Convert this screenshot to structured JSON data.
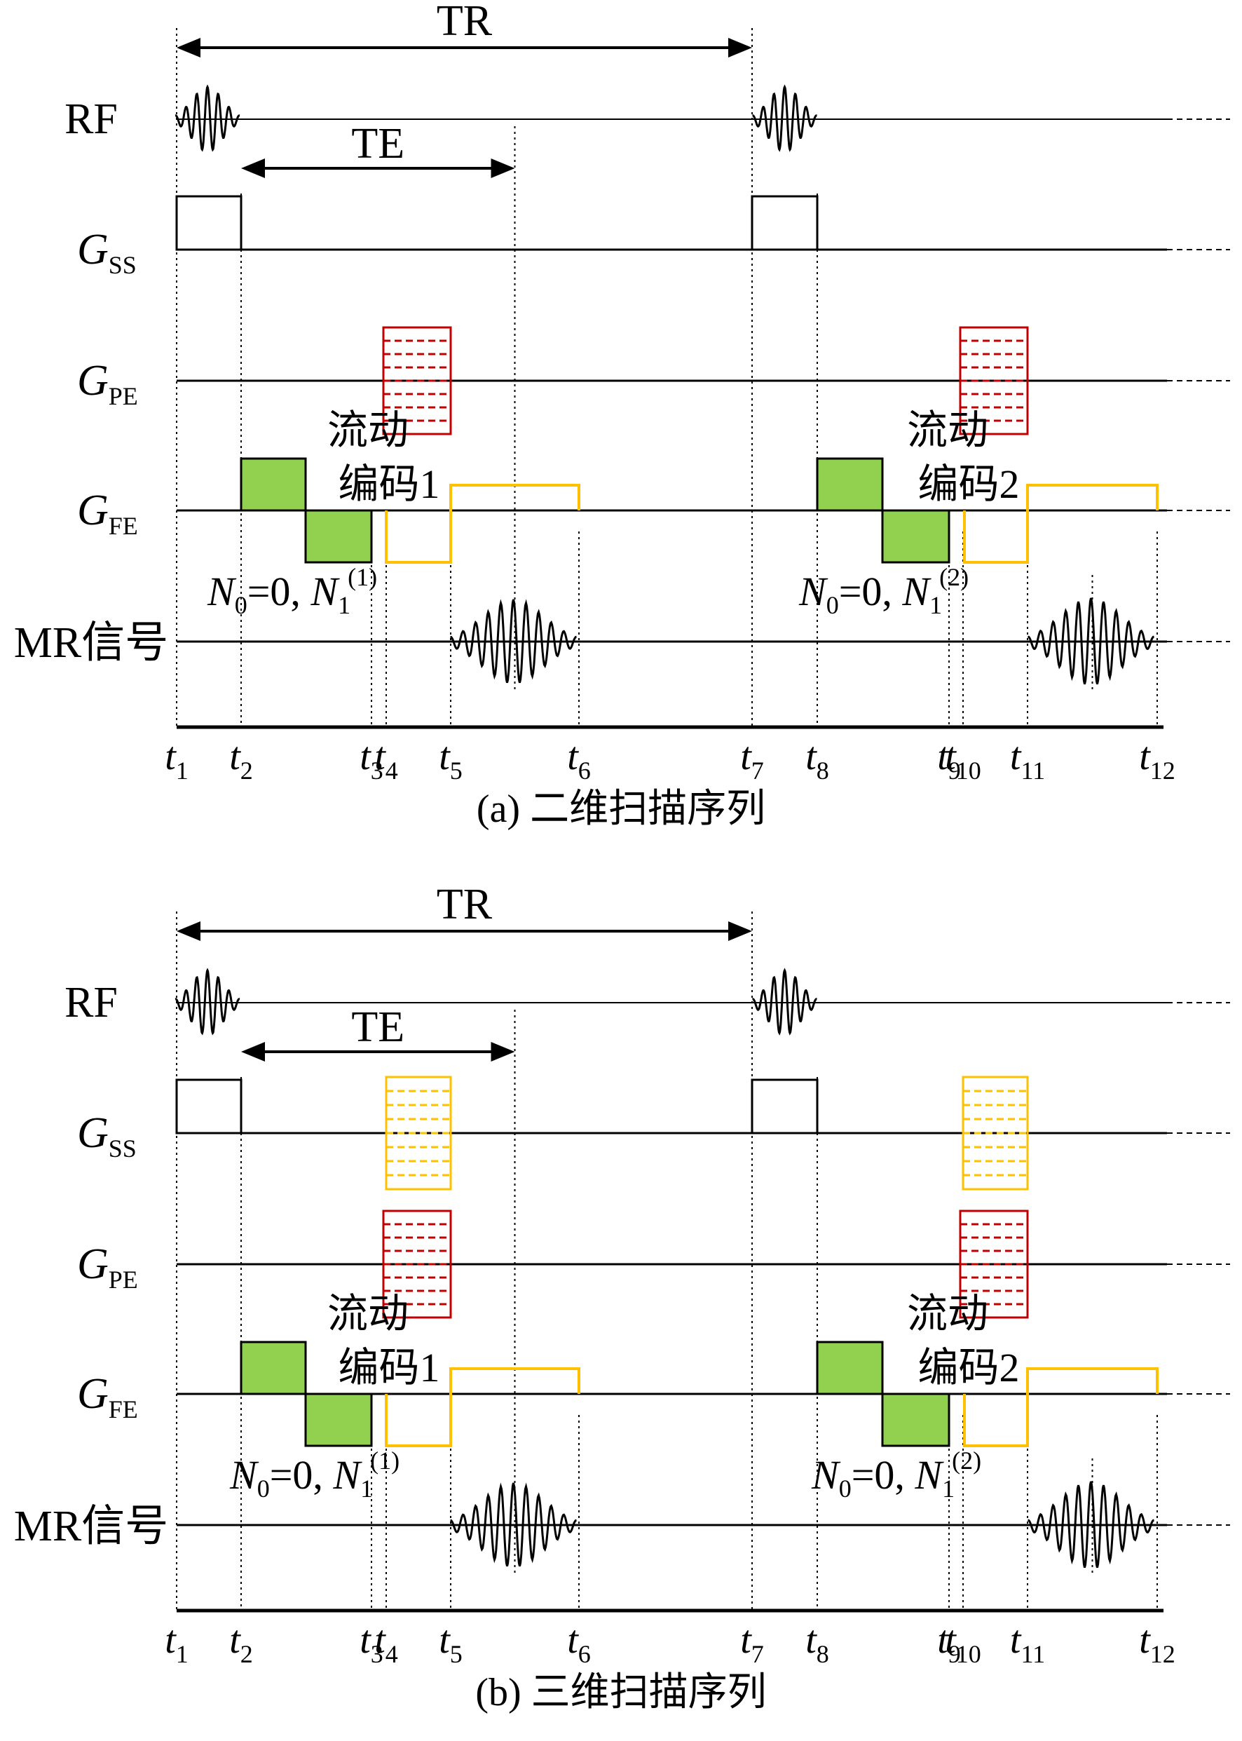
{
  "panels": [
    {
      "id": "a",
      "caption": "(a) 二维扫描序列",
      "tr_label": "TR",
      "te_label": "TE",
      "rows": {
        "rf": "RF",
        "gss": {
          "main": "G",
          "sub": "SS"
        },
        "gpe": {
          "main": "G",
          "sub": "PE"
        },
        "gfe": {
          "main": "G",
          "sub": "FE"
        },
        "mr": "MR信号"
      },
      "flow1": {
        "line1": "流动",
        "line2": "编码1",
        "moment": {
          "n0": "N",
          "n0_sub": "0",
          "eq": "=0, ",
          "n1": "N",
          "n1_sub": "1",
          "n1_sup": "(1)"
        }
      },
      "flow2": {
        "line1": "流动",
        "line2": "编码2",
        "moment": {
          "n0": "N",
          "n0_sub": "0",
          "eq": "=0, ",
          "n1": "N",
          "n1_sub": "1",
          "n1_sup": "(2)"
        }
      },
      "ticks": [
        {
          "t": "t",
          "sub": "1"
        },
        {
          "t": "t",
          "sub": "2"
        },
        {
          "t": "t",
          "sub": "3"
        },
        {
          "t": "t",
          "sub": "4"
        },
        {
          "t": "t",
          "sub": "5"
        },
        {
          "t": "t",
          "sub": "6"
        },
        {
          "t": "t",
          "sub": "7"
        },
        {
          "t": "t",
          "sub": "8"
        },
        {
          "t": "t",
          "sub": "9"
        },
        {
          "t": "t",
          "sub": "10"
        },
        {
          "t": "t",
          "sub": "11"
        },
        {
          "t": "t",
          "sub": "12"
        }
      ],
      "has_slice_encoding": false
    },
    {
      "id": "b",
      "caption": "(b) 三维扫描序列",
      "tr_label": "TR",
      "te_label": "TE",
      "rows": {
        "rf": "RF",
        "gss": {
          "main": "G",
          "sub": "SS"
        },
        "gpe": {
          "main": "G",
          "sub": "PE"
        },
        "gfe": {
          "main": "G",
          "sub": "FE"
        },
        "mr": "MR信号"
      },
      "flow1": {
        "line1": "流动",
        "line2": "编码1",
        "moment": {
          "n0": "N",
          "n0_sub": "0",
          "eq": "=0, ",
          "n1": "N",
          "n1_sub": "1",
          "n1_sup": "(1)"
        }
      },
      "flow2": {
        "line1": "流动",
        "line2": "编码2",
        "moment": {
          "n0": "N",
          "n0_sub": "0",
          "eq": "=0, ",
          "n1": "N",
          "n1_sub": "1",
          "n1_sup": "(2)"
        }
      },
      "ticks": [
        {
          "t": "t",
          "sub": "1"
        },
        {
          "t": "t",
          "sub": "2"
        },
        {
          "t": "t",
          "sub": "3"
        },
        {
          "t": "t",
          "sub": "4"
        },
        {
          "t": "t",
          "sub": "5"
        },
        {
          "t": "t",
          "sub": "6"
        },
        {
          "t": "t",
          "sub": "7"
        },
        {
          "t": "t",
          "sub": "8"
        },
        {
          "t": "t",
          "sub": "9"
        },
        {
          "t": "t",
          "sub": "10"
        },
        {
          "t": "t",
          "sub": "11"
        },
        {
          "t": "t",
          "sub": "12"
        }
      ],
      "has_slice_encoding": true
    }
  ],
  "colors": {
    "line": "#000000",
    "flow_encode_fill": "#92d050",
    "readout": "#ffc000",
    "phase_encode": "#c00000",
    "slice_encode": "#ffc000"
  }
}
